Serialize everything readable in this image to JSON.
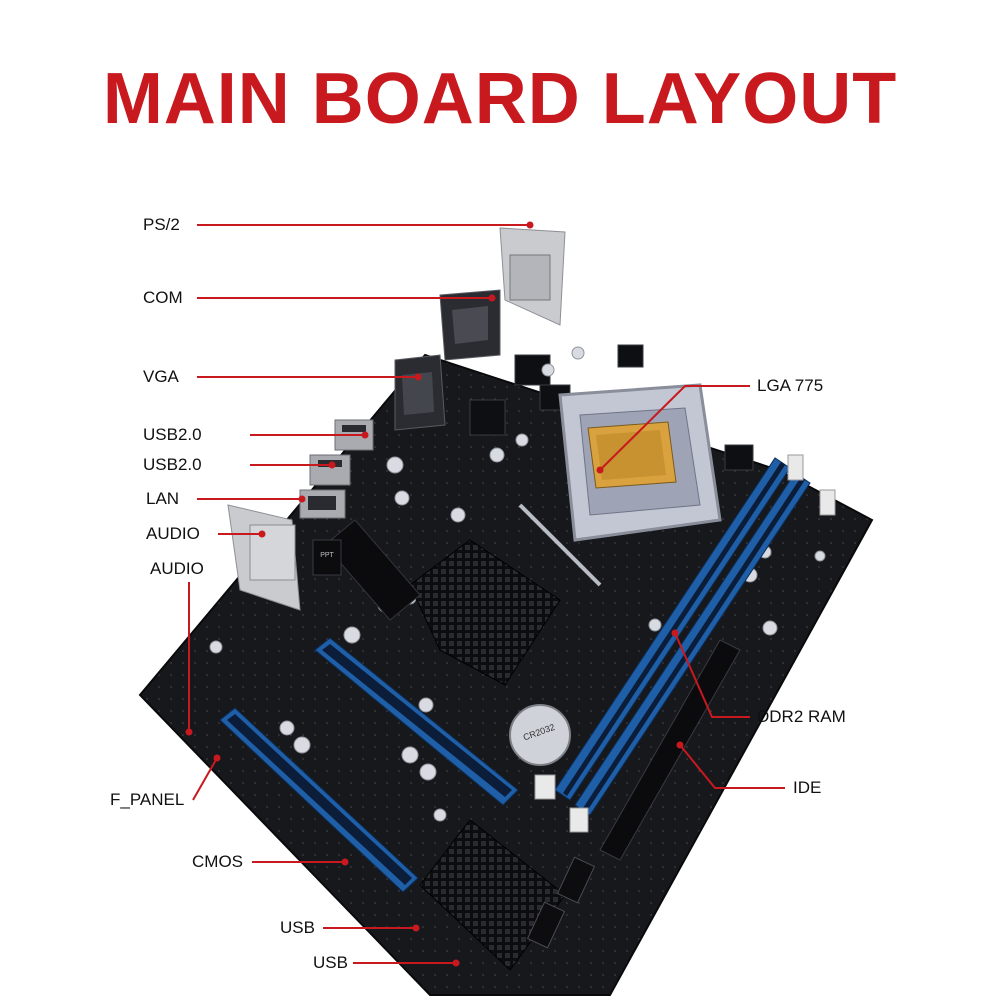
{
  "title": "MAIN BOARD LAYOUT",
  "colors": {
    "accent": "#c8191f",
    "board": "#17181c",
    "slot": "#1f5fa8",
    "text": "#111111"
  },
  "labels": {
    "ps2": "PS/2",
    "com": "COM",
    "vga": "VGA",
    "usb20_a": "USB2.0",
    "usb20_b": "USB2.0",
    "lan": "LAN",
    "audio_a": "AUDIO",
    "audio_b": "AUDIO",
    "lga775": "LGA 775",
    "ddr2": "DDR2 RAM",
    "ide": "IDE",
    "f_panel": "F_PANEL",
    "cmos": "CMOS",
    "usb_a": "USB",
    "usb_b": "USB"
  },
  "battery_text": "CR2032",
  "rom_text": "PPT"
}
